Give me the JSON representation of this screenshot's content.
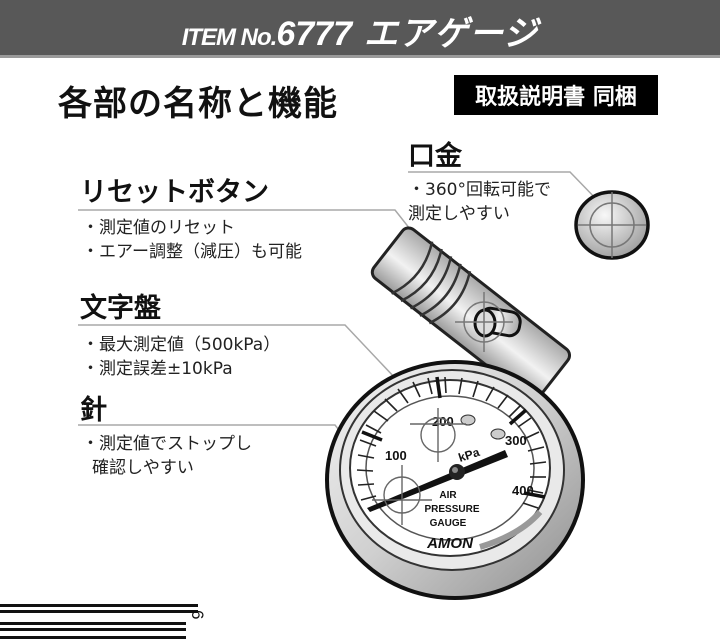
{
  "header": {
    "prefix": "ITEM No.",
    "item_number": "6777",
    "product_name": "エアゲージ",
    "bg_color": "#585858"
  },
  "page_title": "各部の名称と機能",
  "badge": "取扱説明書 同梱",
  "sections": {
    "nozzle": {
      "title": "口金",
      "lines": [
        "・360°回転可能で",
        "測定しやすい"
      ]
    },
    "reset_button": {
      "title": "リセットボタン",
      "lines": [
        "・測定値のリセット",
        "・エアー調整（減圧）も可能"
      ]
    },
    "dial": {
      "title": "文字盤",
      "lines": [
        "・最大測定値（500kPa）",
        "・測定誤差±10kPa"
      ]
    },
    "needle": {
      "title": "針",
      "lines": [
        "・測定値でストップし",
        "確認しやすい"
      ]
    }
  },
  "gauge": {
    "scale_labels": [
      "100",
      "200",
      "300",
      "400"
    ],
    "unit": "kPa",
    "face_text": [
      "AIR",
      "PRESSURE",
      "GAUGE"
    ],
    "brand": "AMON"
  },
  "footer_fragment": "6"
}
